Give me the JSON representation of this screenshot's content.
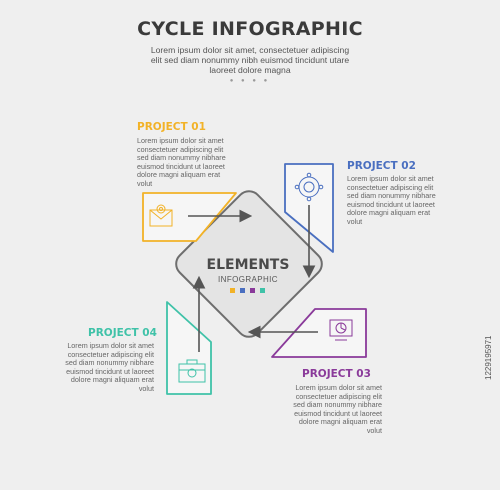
{
  "header": {
    "title": "CYCLE INFOGRAPHIC",
    "subtitle": "Lorem ipsum dolor sit amet, consectetuer adipiscing elit sed diam nonummy nibh euismod tincidunt utare laoreet dolore magna"
  },
  "center": {
    "title": "ELEMENTS",
    "subtitle": "INFOGRAPHIC"
  },
  "projects": [
    {
      "title": "PROJECT 01",
      "color": "#f2b227",
      "icon": "envelope-gear-icon",
      "body": "Lorem ipsum dolor sit amet consectetuer adipiscing elit sed diam nonummy nibhare euismod tincidunt ut laoreet dolore magni aliquam erat volut"
    },
    {
      "title": "PROJECT 02",
      "color": "#4a6fc0",
      "icon": "gear-network-icon",
      "body": "Lorem ipsum dolor sit amet consectetuer adipiscing elit sed diam nonummy nibhare euismod tincidunt ut laoreet dolore magni aliquam erat volut"
    },
    {
      "title": "PROJECT 03",
      "color": "#8a3a9a",
      "icon": "presentation-chart-icon",
      "body": "Lorem ipsum dolor sit amet consectetuer adipiscing elit sed diam nonummy nibhare euismod tincidunt ut laoreet dolore magni aliquam erat volut"
    },
    {
      "title": "PROJECT 04",
      "color": "#3fc2a8",
      "icon": "money-briefcase-icon",
      "body": "Lorem ipsum dolor sit amet consectetuer adipiscing elit sed diam nonummy nibhare euismod tincidunt ut laoreet dolore magni aliquam erat volut"
    }
  ],
  "stock_id": "1229195971"
}
